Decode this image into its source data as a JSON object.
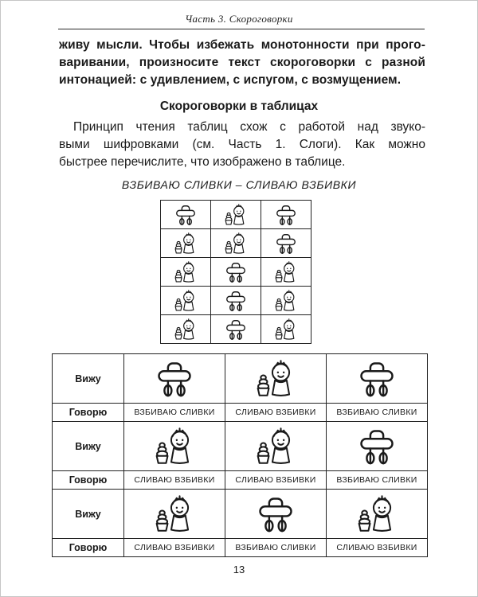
{
  "page": {
    "header": "Часть 3. Скороговорки",
    "page_number": "13"
  },
  "intro": {
    "lines": [
      "живу мысли. Чтобы избежать монотонности при прого-",
      "варивании, произносите текст скороговорки с разной",
      "интонацией: с удивлением, с испугом, с возмущением."
    ]
  },
  "section": {
    "heading": "Скороговорки в таблицах",
    "lines": [
      "Принцип чтения таблиц схож с работой над звуко-",
      "выми шифровками (см. Часть 1. Слоги). Как можно",
      "быстрее перечислите, что изображено в таблице."
    ],
    "exercise_title": "ВЗБИВАЮ СЛИВКИ – СЛИВАЮ ВЗБИВКИ"
  },
  "icons": {
    "mixer": "hand-mixer-icon",
    "boy": "boy-with-cream-icon"
  },
  "picture_grid": {
    "rows": [
      [
        "mixer",
        "boy",
        "mixer"
      ],
      [
        "boy",
        "boy",
        "mixer"
      ],
      [
        "boy",
        "mixer",
        "boy"
      ],
      [
        "boy",
        "mixer",
        "boy"
      ],
      [
        "boy",
        "mixer",
        "boy"
      ]
    ]
  },
  "answer_table": {
    "see_label": "Вижу",
    "say_label": "Говорю",
    "phrases": {
      "mixer": "ВЗБИВАЮ СЛИВКИ",
      "boy": "СЛИВАЮ ВЗБИВКИ"
    },
    "sections": [
      {
        "pictures": [
          "mixer",
          "boy",
          "mixer"
        ],
        "answers": [
          "ВЗБИВАЮ СЛИВКИ",
          "СЛИВАЮ ВЗБИВКИ",
          "ВЗБИВАЮ СЛИВКИ"
        ]
      },
      {
        "pictures": [
          "boy",
          "boy",
          "mixer"
        ],
        "answers": [
          "СЛИВАЮ ВЗБИВКИ",
          "СЛИВАЮ ВЗБИВКИ",
          "ВЗБИВАЮ СЛИВКИ"
        ]
      },
      {
        "pictures": [
          "boy",
          "mixer",
          "boy"
        ],
        "answers": [
          "СЛИВАЮ ВЗБИВКИ",
          "ВЗБИВАЮ СЛИВКИ",
          "СЛИВАЮ ВЗБИВКИ"
        ]
      }
    ]
  }
}
